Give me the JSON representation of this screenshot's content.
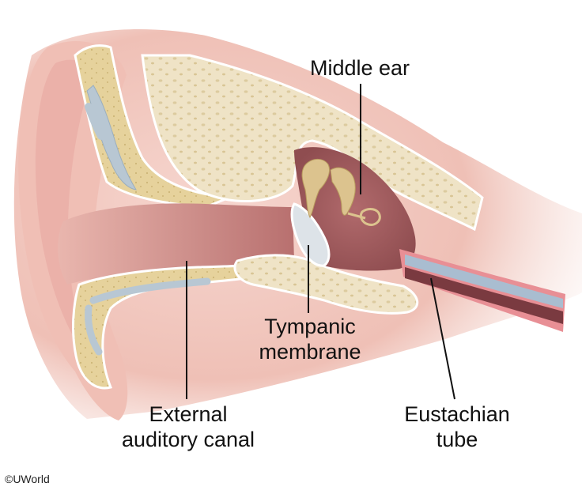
{
  "labels": {
    "middle_ear": "Middle ear",
    "tympanic_line1": "Tympanic",
    "tympanic_line2": "membrane",
    "external_line1": "External",
    "external_line2": "auditory canal",
    "eustachian_line1": "Eustachian",
    "eustachian_line2": "tube"
  },
  "copyright": "©UWorld",
  "colors": {
    "skin": "#f1c4bb",
    "canal": "#c98b88",
    "bone": "#efe2c4",
    "cartilage": "#e4cf98",
    "cartilage_highlight": "#b9c8d3",
    "tube_wall": "#e98f95",
    "tube_lining": "#a9bdd0",
    "membrane": "#d7dde3",
    "ossicle": "#dcc38e"
  }
}
